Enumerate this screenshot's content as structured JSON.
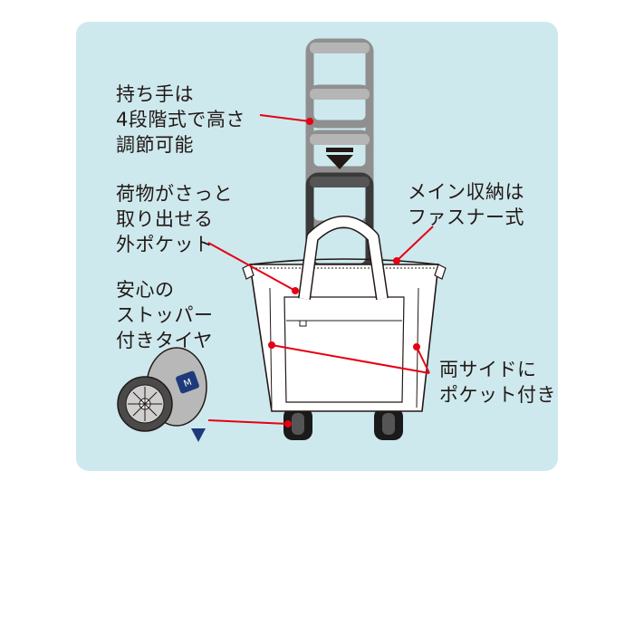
{
  "colors": {
    "panel_background": "#cde9ee",
    "leader_line": "#e60012",
    "text": "#231815",
    "handle_extended": "#9a9a9a",
    "handle_lowest": "#3a3a3a",
    "wheel_badge": "#1e3a7a"
  },
  "icons": {
    "arrow_down": "down-triangle-icon",
    "stopper": "stopper-triangle-icon"
  },
  "features": {
    "handle": {
      "lines": [
        "持ち手は",
        "4段階式で高さ",
        "調節可能"
      ]
    },
    "outer_pocket": {
      "lines": [
        "荷物がさっと",
        "取り出せる",
        "外ポケット"
      ]
    },
    "stopper_wheels": {
      "lines": [
        "安心の",
        "ストッパー",
        "付きタイヤ"
      ]
    },
    "main_compartment": {
      "lines": [
        "メイン収納は",
        "ファスナー式"
      ]
    },
    "side_pockets": {
      "lines": [
        "両サイドに",
        "ポケット付き"
      ]
    }
  }
}
